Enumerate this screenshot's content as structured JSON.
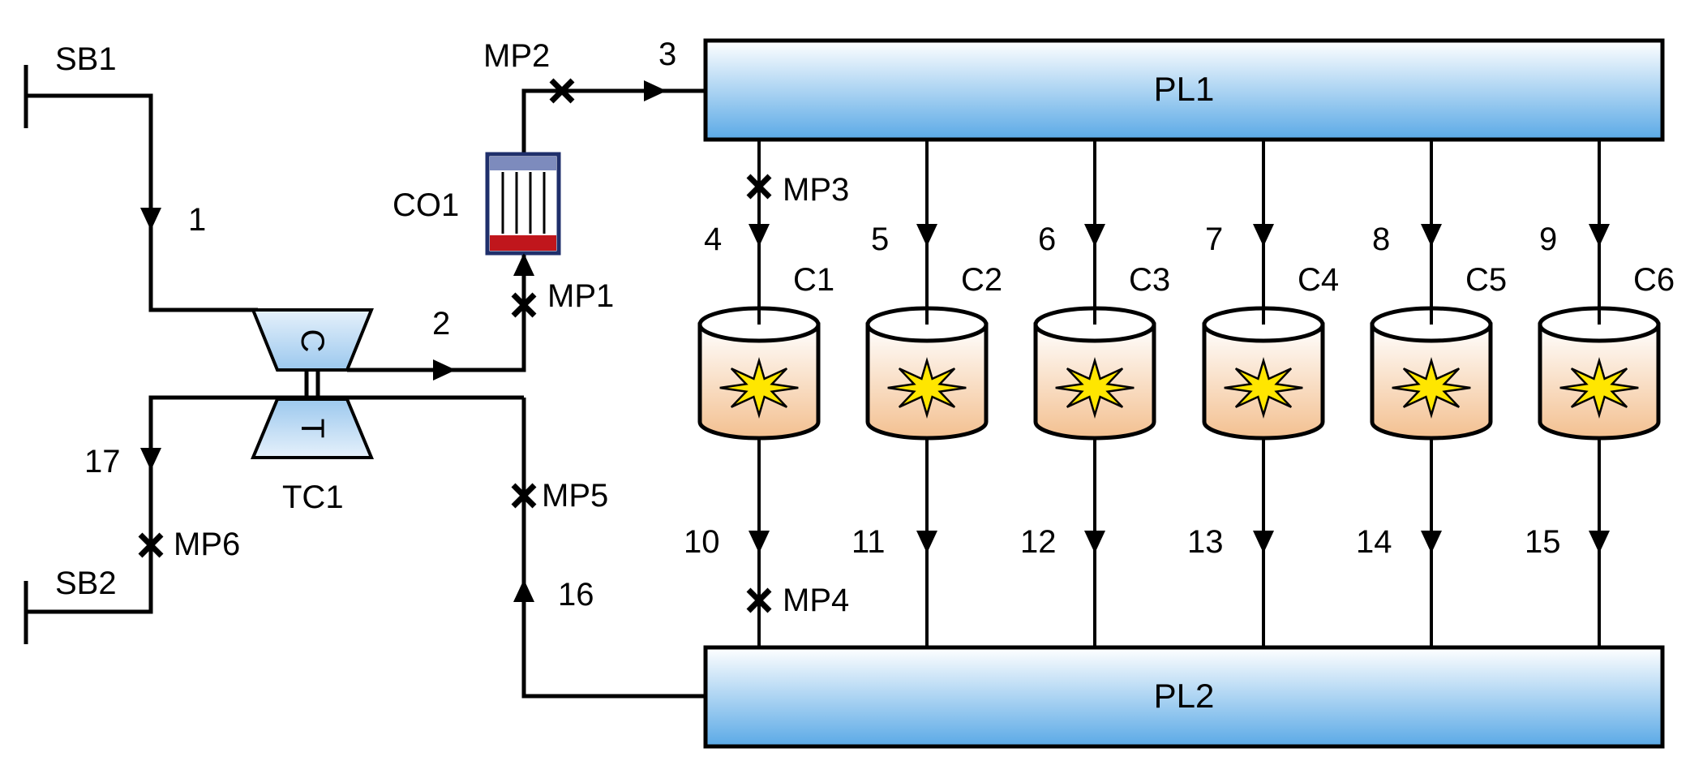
{
  "boundaries": [
    "SB1",
    "SB2"
  ],
  "plenums": [
    "PL1",
    "PL2"
  ],
  "turbocharger": {
    "label": "TC1",
    "compressor_letter": "C",
    "turbine_letter": "T"
  },
  "cooler": {
    "label": "CO1"
  },
  "cylinders": [
    "C1",
    "C2",
    "C3",
    "C4",
    "C5",
    "C6"
  ],
  "measuring_points": [
    "MP1",
    "MP2",
    "MP3",
    "MP4",
    "MP5",
    "MP6"
  ],
  "flow_paths": [
    "1",
    "2",
    "3",
    "4",
    "5",
    "6",
    "7",
    "8",
    "9",
    "10",
    "11",
    "12",
    "13",
    "14",
    "15",
    "16",
    "17"
  ],
  "colors": {
    "line": "#000000",
    "plenum_top": "#ffffff",
    "plenum_bottom": "#5aa9e6",
    "turbo_fill": "#aed3f2",
    "cooler_frame": "#1f2f6b",
    "cooler_header": "#7d8bbd",
    "cooler_base": "#c0161c",
    "cylinder_fill": "#f3c79c",
    "explosion": "#ffe600"
  }
}
